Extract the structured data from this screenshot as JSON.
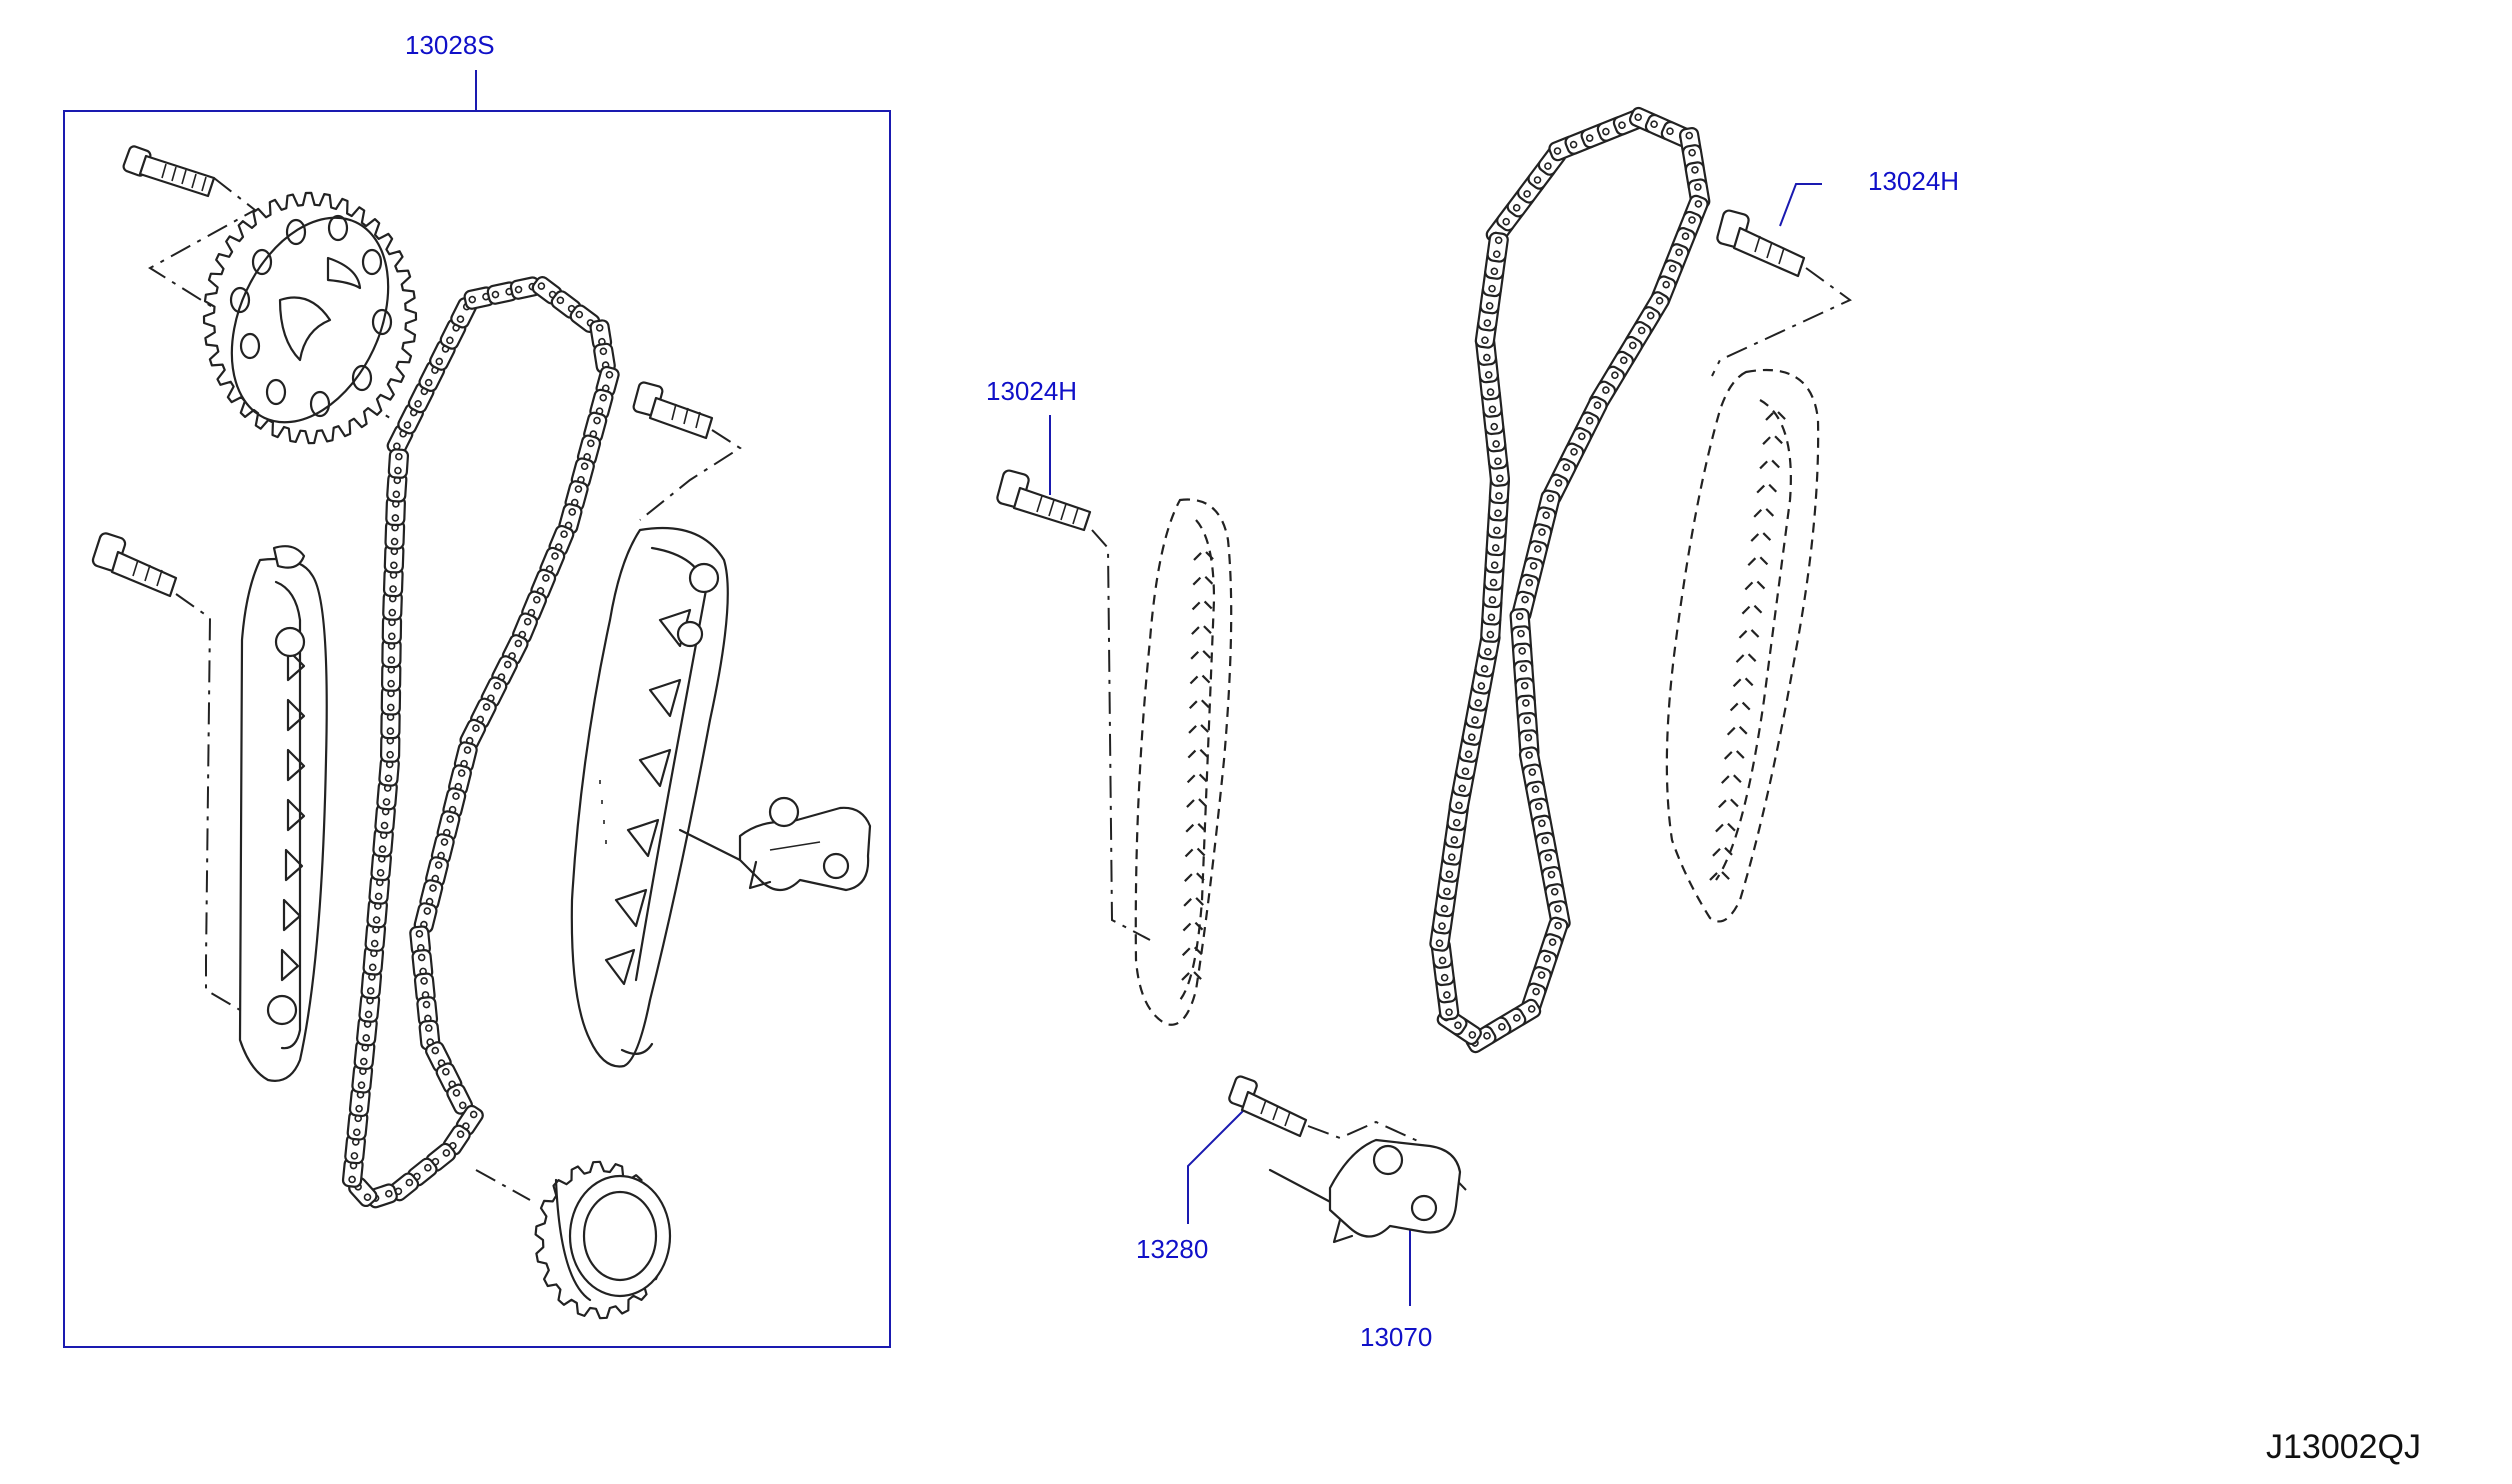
{
  "diagram": {
    "code": "J13002QJ",
    "callouts": {
      "kit_13028s": "13028S",
      "bolt_13024h_left": "13024H",
      "bolt_13024h_right": "13024H",
      "bolt_13280": "13280",
      "tensioner_13070": "13070"
    }
  },
  "colors": {
    "callout_text": "#1010c8",
    "leader_line": "#1a1ab0",
    "line_art": "#222222",
    "background": "#ffffff"
  }
}
